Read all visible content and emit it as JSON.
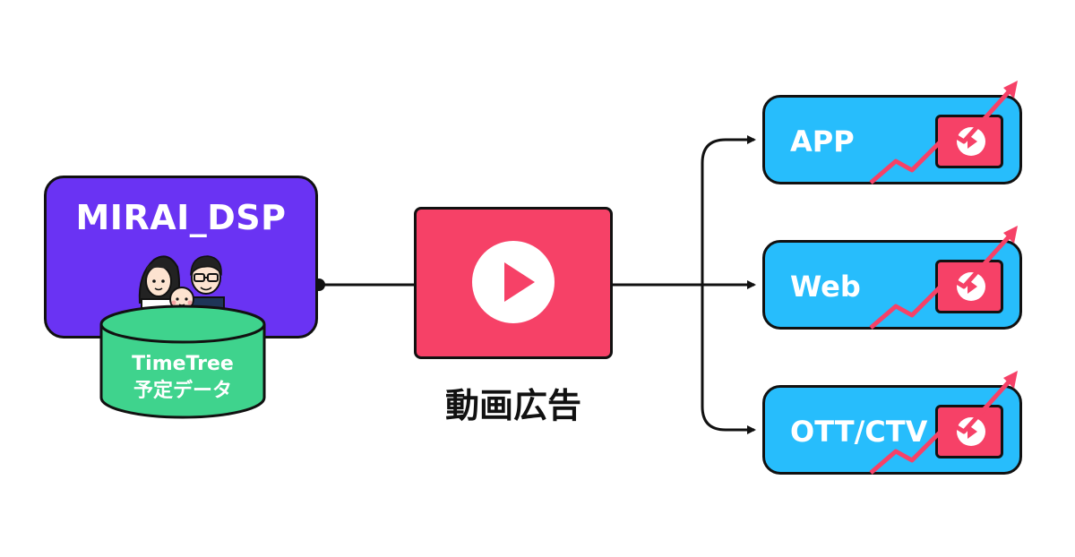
{
  "dsp": {
    "title": "MIRAI_DSP"
  },
  "data_source": {
    "line1": "TimeTree",
    "line2": "予定データ",
    "icon": "family-people-icon"
  },
  "video_ad": {
    "label": "動画広告",
    "icon": "play-icon"
  },
  "channels": [
    {
      "label": "APP",
      "icon": "play-icon"
    },
    {
      "label": "Web",
      "icon": "play-icon"
    },
    {
      "label": "OTT/CTV",
      "icon": "play-icon"
    }
  ],
  "colors": {
    "dsp": "#6a33f3",
    "database": "#3fd38d",
    "video": "#f64167",
    "channel": "#27bdfc",
    "trend": "#f64167",
    "outline": "#111111"
  }
}
